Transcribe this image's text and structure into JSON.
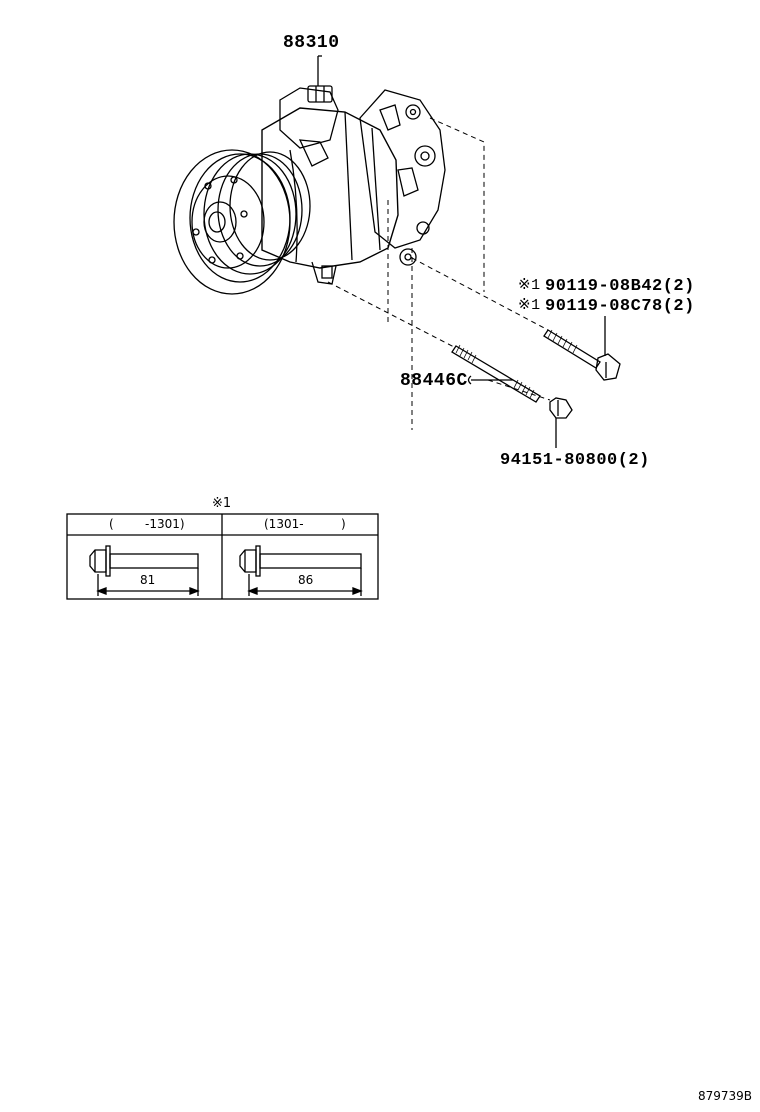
{
  "parts": {
    "compressor": "88310",
    "stud_bolt": "88446C",
    "bolt_a_mark": "※1",
    "bolt_a": "90119-08B42(2)",
    "bolt_b_mark": "※1",
    "bolt_b": "90119-08C78(2)",
    "nut": "94151-80800(2)"
  },
  "table": {
    "note_mark": "※1",
    "col1_header_open": "(",
    "col1_header_value": "-1301)",
    "col2_header_value": "(1301-",
    "col2_header_close": ")",
    "col1_length": "81",
    "col2_length": "86"
  },
  "diagram_code": "879739B"
}
